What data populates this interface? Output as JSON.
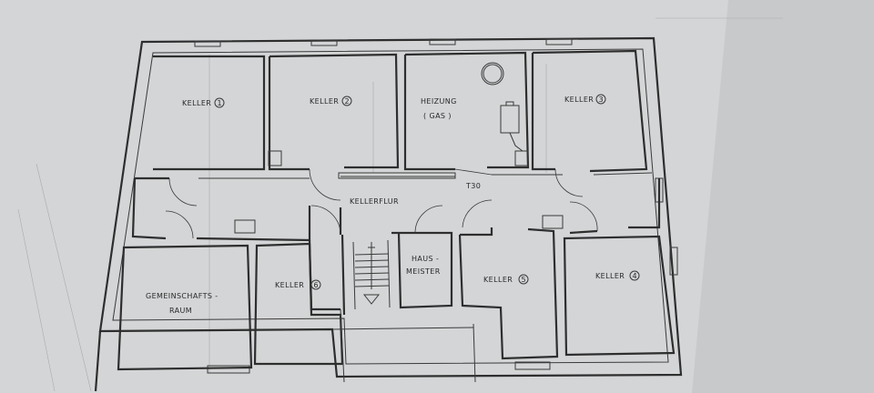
{
  "rooms": {
    "keller1": "KELLER",
    "keller1_num": "1",
    "keller2": "KELLER",
    "keller2_num": "2",
    "heizung_line1": "HEIZUNG",
    "heizung_line2": "( GAS )",
    "keller3": "KELLER",
    "keller3_num": "3",
    "kellerflur": "KELLERFLUR",
    "t30": "T30",
    "gemein_line1": "GEMEINSCHAFTS -",
    "gemein_line2": "RAUM",
    "keller6": "KELLER",
    "keller6_num": "6",
    "haus_line1": "HAUS -",
    "haus_line2": "MEISTER",
    "keller5": "KELLER",
    "keller5_num": "5",
    "keller4": "KELLER",
    "keller4_num": "4"
  }
}
